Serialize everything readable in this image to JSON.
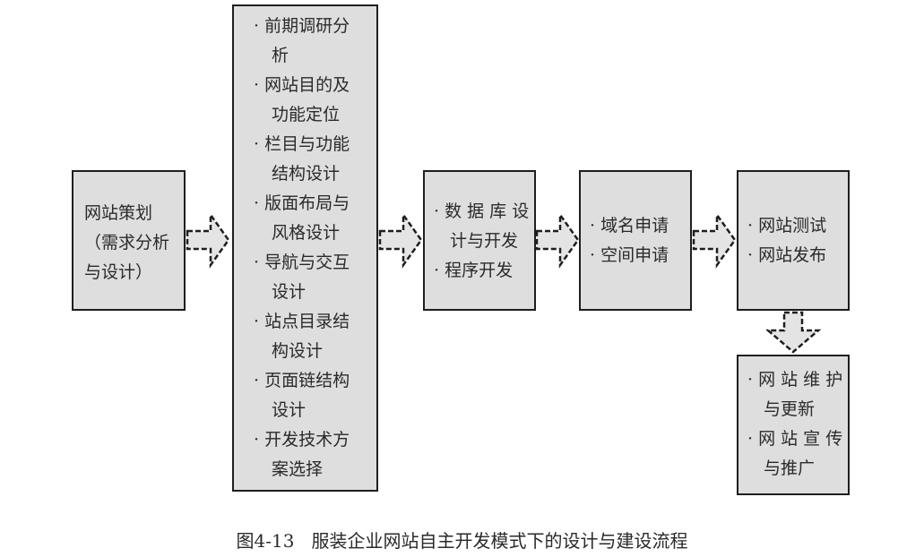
{
  "diagram": {
    "boxes": [
      {
        "id": "planning",
        "lines": [
          "网站策划",
          "（需求分析",
          "与设计）"
        ]
      },
      {
        "id": "design",
        "items": [
          {
            "bullet": "·",
            "line1": "前期调研分",
            "line2": "析"
          },
          {
            "bullet": "·",
            "line1": "网站目的及",
            "line2": "功能定位"
          },
          {
            "bullet": "·",
            "line1": "栏目与功能",
            "line2": "结构设计"
          },
          {
            "bullet": "·",
            "line1": "版面布局与",
            "line2": "风格设计"
          },
          {
            "bullet": "·",
            "line1": "导航与交互",
            "line2": "设计"
          },
          {
            "bullet": "·",
            "line1": "站点目录结",
            "line2": "构设计"
          },
          {
            "bullet": "·",
            "line1": "页面链结构",
            "line2": "设计"
          },
          {
            "bullet": "·",
            "line1": "开发技术方",
            "line2": "案选择"
          }
        ]
      },
      {
        "id": "development",
        "items": [
          {
            "bullet": "·",
            "line1": "数 据 库 设",
            "line2": "计与开发"
          },
          {
            "bullet": "·",
            "line1": "程序开发",
            "line2": ""
          }
        ]
      },
      {
        "id": "hosting",
        "items": [
          {
            "bullet": "·",
            "line1": "域名申请"
          },
          {
            "bullet": "·",
            "line1": "空间申请"
          }
        ]
      },
      {
        "id": "release",
        "items": [
          {
            "bullet": "·",
            "line1": "网站测试"
          },
          {
            "bullet": "·",
            "line1": "网站发布"
          }
        ]
      },
      {
        "id": "maintenance",
        "items": [
          {
            "bullet": "·",
            "line1": "网 站 维 护",
            "line2": "与更新"
          },
          {
            "bullet": "·",
            "line1": "网 站 宣 传",
            "line2": "与推广"
          }
        ]
      }
    ],
    "arrows": [
      {
        "from": "planning",
        "to": "design",
        "direction": "right",
        "style": "dashed"
      },
      {
        "from": "design",
        "to": "development",
        "direction": "right",
        "style": "dashed"
      },
      {
        "from": "development",
        "to": "hosting",
        "direction": "right",
        "style": "dashed"
      },
      {
        "from": "hosting",
        "to": "release",
        "direction": "right",
        "style": "dashed"
      },
      {
        "from": "release",
        "to": "maintenance",
        "direction": "down",
        "style": "dashed"
      }
    ],
    "colors": {
      "box_fill": "#dedede",
      "box_border": "#1e1e1e",
      "arrow_fill": "#e4e4e4",
      "arrow_stroke": "#1e1e1e"
    }
  },
  "caption": {
    "figure_number": "图4-13",
    "title": "服装企业网站自主开发模式下的设计与建设流程"
  }
}
